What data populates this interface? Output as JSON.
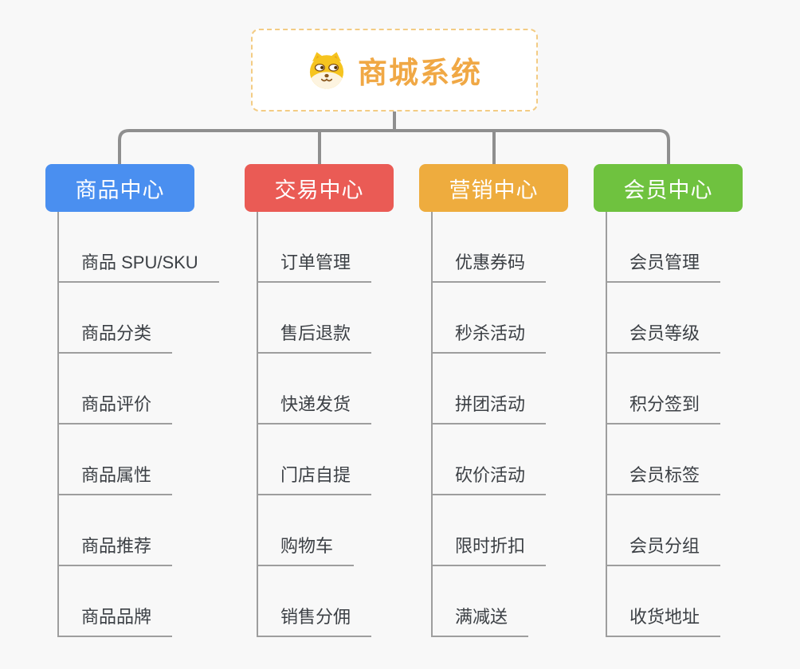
{
  "page": {
    "background": "#f8f8f8"
  },
  "root": {
    "title": "商城系统",
    "icon": "doge-icon",
    "title_color": "#f0a845",
    "border_color": "#f3cc84"
  },
  "colors": {
    "connector": "#8f8f8f",
    "leaf_line": "#9e9e9e",
    "leaf_text": "#3c4045"
  },
  "branches": [
    {
      "id": "product-center",
      "label": "商品中心",
      "color": "#4a8ff0",
      "children": [
        "商品 SPU/SKU",
        "商品分类",
        "商品评价",
        "商品属性",
        "商品推荐",
        "商品品牌"
      ]
    },
    {
      "id": "trade-center",
      "label": "交易中心",
      "color": "#ea5b55",
      "children": [
        "订单管理",
        "售后退款",
        "快递发货",
        "门店自提",
        "购物车",
        "销售分佣"
      ]
    },
    {
      "id": "marketing-center",
      "label": "营销中心",
      "color": "#eeac3e",
      "children": [
        "优惠券码",
        "秒杀活动",
        "拼团活动",
        "砍价活动",
        "限时折扣",
        "满减送"
      ]
    },
    {
      "id": "member-center",
      "label": "会员中心",
      "color": "#6fc23f",
      "children": [
        "会员管理",
        "会员等级",
        "积分签到",
        "会员标签",
        "会员分组",
        "收货地址"
      ]
    }
  ]
}
